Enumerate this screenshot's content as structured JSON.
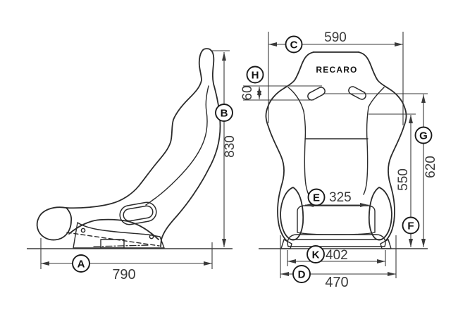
{
  "brand_logo": "RECARO",
  "dimensions": {
    "A": {
      "letter": "A",
      "value": "790"
    },
    "B": {
      "letter": "B",
      "value": "830"
    },
    "C": {
      "letter": "C",
      "value": "590"
    },
    "D": {
      "letter": "D",
      "value": "470"
    },
    "E": {
      "letter": "E",
      "value": "325"
    },
    "F": {
      "letter": "F",
      "value": "550"
    },
    "G": {
      "letter": "G",
      "value": "620"
    },
    "H": {
      "letter": "H",
      "value": "60"
    },
    "K": {
      "letter": "K",
      "value": "402"
    }
  },
  "colors": {
    "seat_outline": "#2b2b2b",
    "dimension_lines": "#3a3a3a",
    "background": "#ffffff"
  }
}
